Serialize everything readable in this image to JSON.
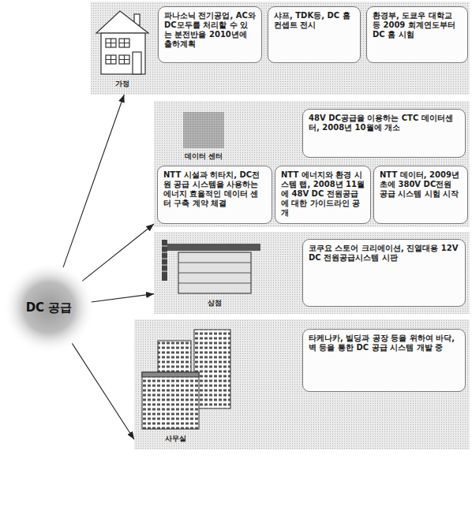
{
  "diagram": {
    "nodes": [
      {
        "text": [
          "DC 공급"
        ]
      },
      {
        "text": [
          "가정"
        ]
      },
      {
        "text": [
          "파나소닉 전기공업, AC와 DC모두를 처리할 수 있는 분전반을 2010년에 출하계획"
        ],
        "in": 1
      },
      {
        "text": [
          "샤프, TDK등, DC 홈 컨셉트 전시"
        ],
        "in": 1
      },
      {
        "text": [
          "환경부, 도쿄우 대학교 등 2009 회계연도부터 DC 홈 시험"
        ],
        "in": 1
      },
      {
        "text": [
          "데이터 센터"
        ]
      },
      {
        "text": [
          "48V DC공급을 이용하는 CTC 데이터센터, 2008년 10월에 개소"
        ],
        "in": 5
      },
      {
        "text": [
          "NTT 시설과 히타치, DC전원 공급 시스템을 사용하는 에너지 효율적인 데이터 센터 구축 계약 체결"
        ],
        "in": 5
      },
      {
        "text": [
          "NTT 에너지와 환경 시스템 랩, 2008년 11월에 48V DC 전원공급에 대한 가이드라인 공개"
        ],
        "in": 5
      },
      {
        "text": [
          "NTT 데이터, 2009년 초에 380V DC전원 공급 시스템 시험 시작"
        ],
        "in": 5
      },
      {
        "text": [
          "상점"
        ]
      },
      {
        "text": [
          "코쿠요 스토어 크리에이션, 진열대용 12V DC 전원공급시스템 시판"
        ],
        "in": 10
      },
      {
        "text": [
          "사무실"
        ]
      },
      {
        "text": [
          "타케나카, 빌딩과 공장 등을 위하여 바닥, 벽 등을 통한 DC 공급 시스템 개발 중"
        ],
        "in": 12
      }
    ],
    "edges": [
      {
        "from": 0,
        "to": 1,
        "arrow": "to"
      },
      {
        "from": 0,
        "to": 5,
        "arrow": "to"
      },
      {
        "from": 0,
        "to": 10,
        "arrow": "to"
      },
      {
        "from": 0,
        "to": 12,
        "arrow": "to"
      }
    ]
  }
}
